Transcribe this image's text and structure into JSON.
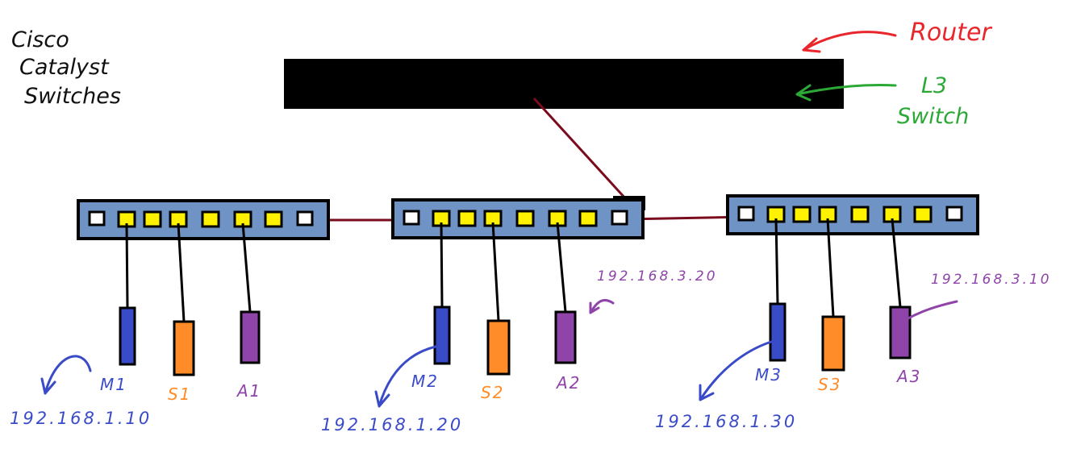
{
  "title": {
    "lines": [
      "Cisco",
      "Catalyst",
      "Switches"
    ]
  },
  "router": {
    "label": "Router",
    "label_color": "#e8262b"
  },
  "l3_switch": {
    "label_lines": [
      "L3",
      "Switch"
    ],
    "label_color": "#2ca836"
  },
  "colors": {
    "switch_body": "#6f93c4",
    "port_active": "#fff200",
    "port_uplink": "#ffffff",
    "uplink_cable": "#7a0c1e",
    "router_body": "#000000",
    "role_m": "#3a4bc8",
    "role_s": "#ff8c28",
    "role_a": "#8e44a8"
  },
  "switches": [
    {
      "devices": [
        {
          "role": "m",
          "label": "M1"
        },
        {
          "role": "s",
          "label": "S1"
        },
        {
          "role": "a",
          "label": "A1"
        }
      ],
      "ips": {
        "m": "192.168.1.10"
      }
    },
    {
      "devices": [
        {
          "role": "m",
          "label": "M2"
        },
        {
          "role": "s",
          "label": "S2"
        },
        {
          "role": "a",
          "label": "A2"
        }
      ],
      "ips": {
        "m": "192.168.1.20",
        "a": "192.168.3.20"
      }
    },
    {
      "devices": [
        {
          "role": "m",
          "label": "M3"
        },
        {
          "role": "s",
          "label": "S3"
        },
        {
          "role": "a",
          "label": "A3"
        }
      ],
      "ips": {
        "m": "192.168.1.30",
        "a": "192.168.3.10"
      }
    }
  ]
}
